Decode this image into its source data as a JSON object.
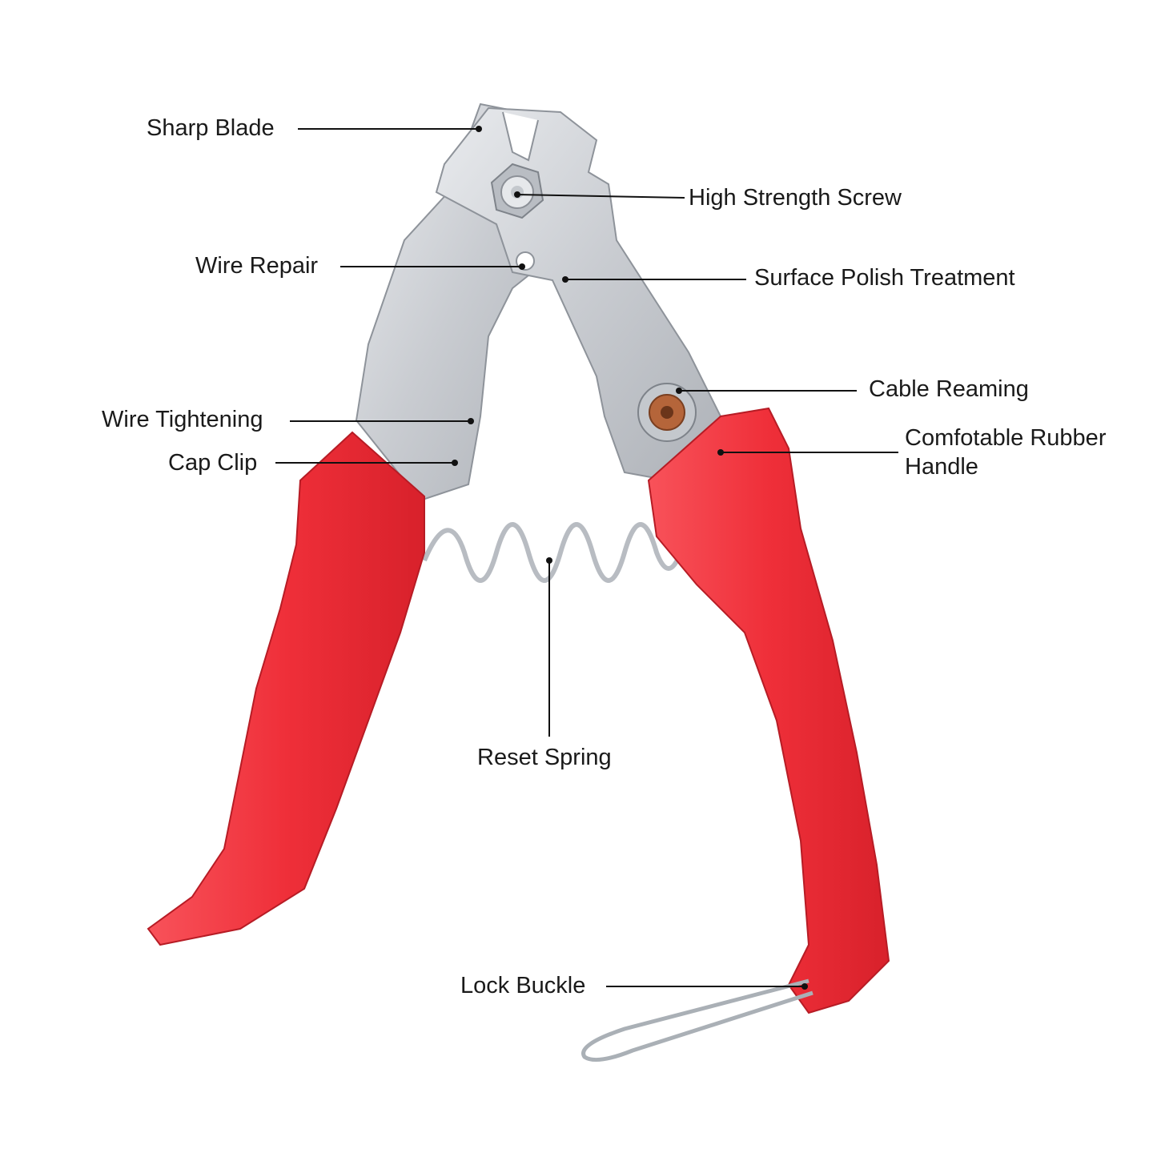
{
  "labels": {
    "sharp_blade": "Sharp Blade",
    "high_strength_screw": "High Strength Screw",
    "wire_repair": "Wire Repair",
    "surface_polish": "Surface Polish Treatment",
    "cable_reaming": "Cable Reaming",
    "rubber_handle_line1": "Comfotable Rubber",
    "rubber_handle_line2": "Handle",
    "wire_tightening": "Wire Tightening",
    "cap_clip": "Cap Clip",
    "reset_spring": "Reset Spring",
    "lock_buckle": "Lock Buckle"
  },
  "colors": {
    "handle_red": "#f0333d",
    "handle_red_dark": "#c91f2a",
    "steel": "#cfd2d6",
    "steel_dark": "#9ea3a9",
    "copper": "#b5653a"
  }
}
